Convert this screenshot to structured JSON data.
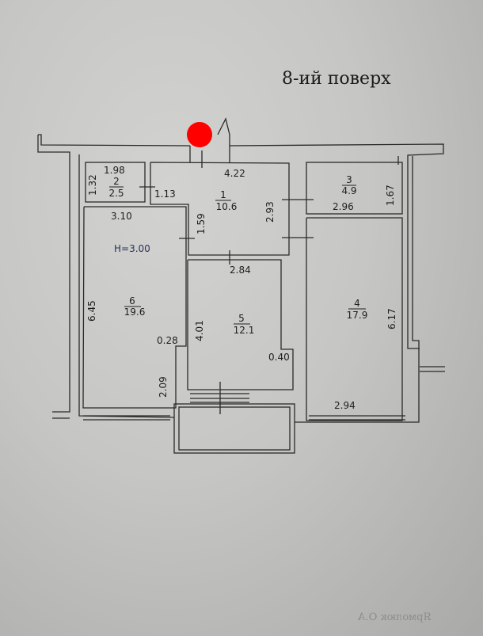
{
  "title": "8-ий поверх",
  "ceiling_height": "H=3.00",
  "marker_color": "#ff0000",
  "rooms": [
    {
      "number": "1",
      "area": "10.6"
    },
    {
      "number": "2",
      "area": "2.5"
    },
    {
      "number": "3",
      "area": "4.9"
    },
    {
      "number": "4",
      "area": "17.9"
    },
    {
      "number": "5",
      "area": "12.1"
    },
    {
      "number": "6",
      "area": "19.6"
    }
  ],
  "dimensions": {
    "r2_width": "1.98",
    "r2_height": "1.32",
    "r2_door": "1.13",
    "r1_width": "4.22",
    "r1_height": "2.93",
    "r1_left": "1.59",
    "r3_width": "2.96",
    "r3_height": "1.67",
    "r6_width": "3.10",
    "r6_height": "6.45",
    "r6_notch": "0.28",
    "r6_lower": "2.09",
    "r5_width": "2.84",
    "r5_height": "4.01",
    "r5_notch": "0.40",
    "r4_width": "2.94",
    "r4_height": "6.17"
  },
  "bleed_signature": "Ярмолюк О.А"
}
